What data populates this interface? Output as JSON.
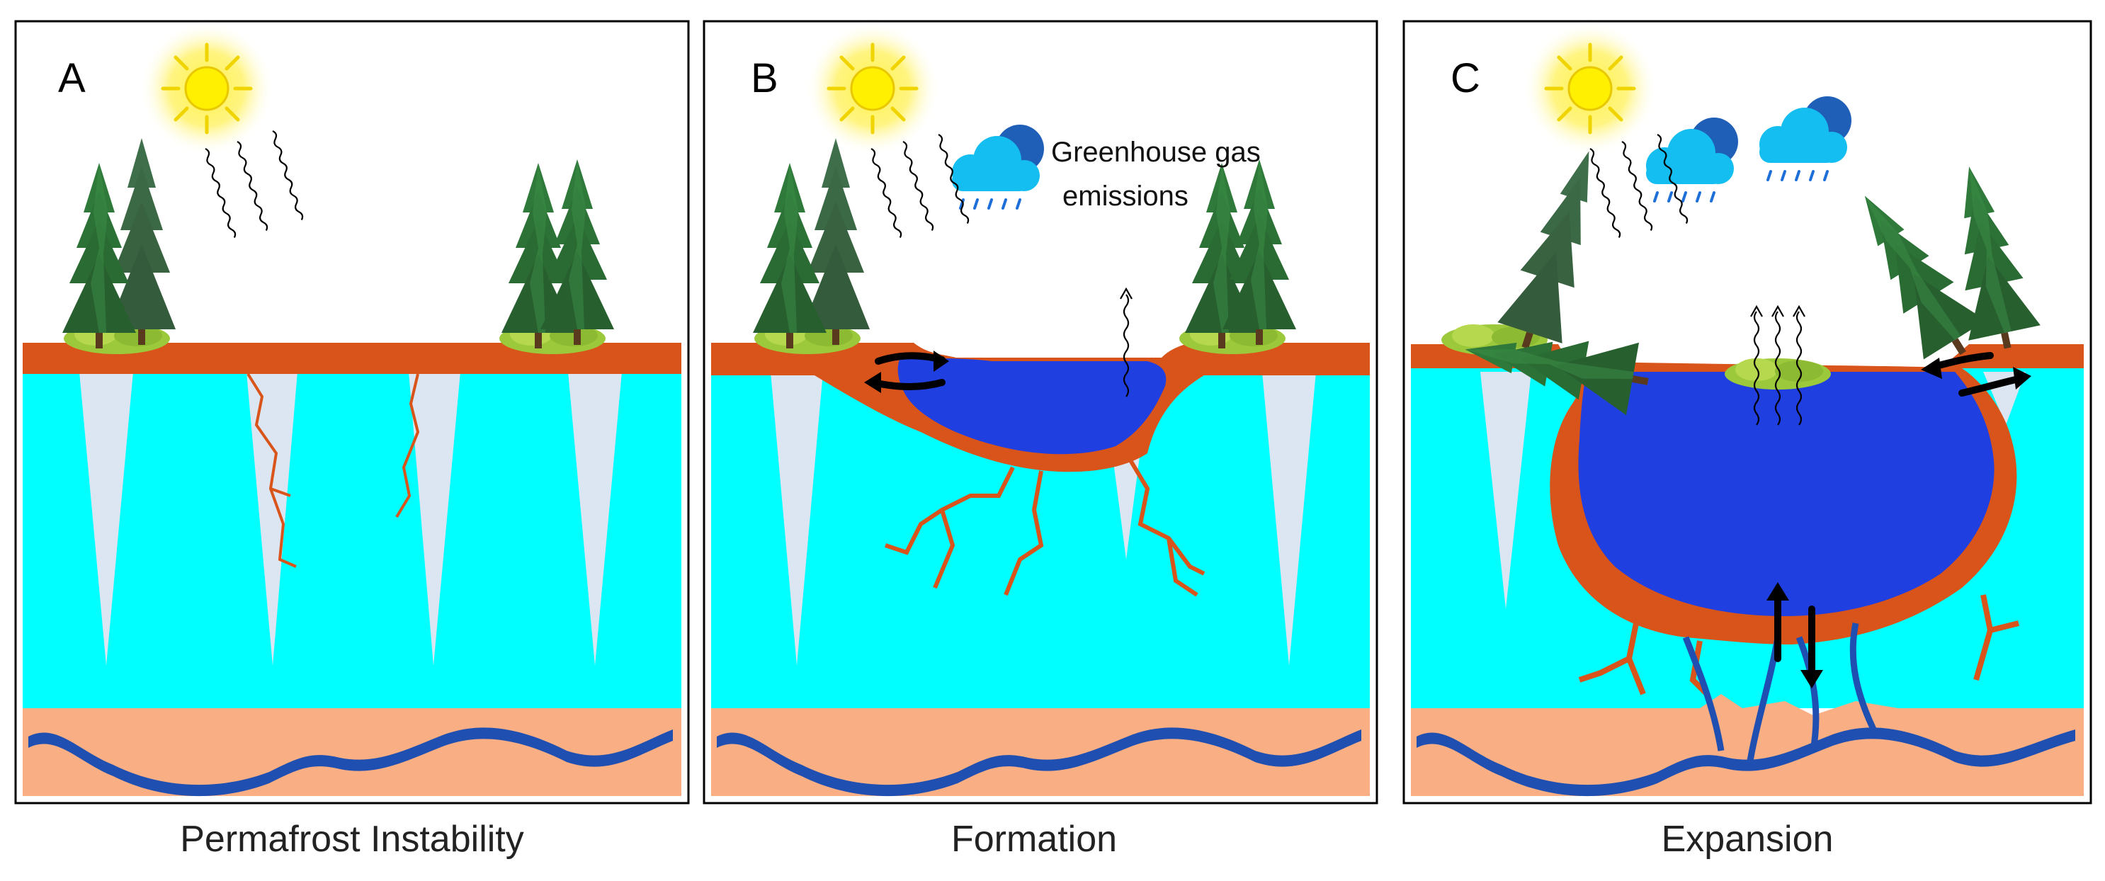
{
  "panels": [
    {
      "letter": "A",
      "caption": "Permafrost Instability"
    },
    {
      "letter": "B",
      "caption": "Formation",
      "annotation_line1": "Greenhouse gas",
      "annotation_line2": "emissions"
    },
    {
      "letter": "C",
      "caption": "Expansion"
    }
  ],
  "colors": {
    "ice_rich_permafrost": "#00FFFF",
    "ice_wedge": "#DCE6F2",
    "active_layer": "#D9541A",
    "lake_water": "#1F3FE0",
    "bedrock": "#F9AE83",
    "groundwater": "#1F4FB0",
    "sun": "#FFE600",
    "cloud": "#14BEF0",
    "tree": "#2E7D3A",
    "grass": "#9CC93B"
  },
  "icons": [
    "sun-icon",
    "cloud-icon",
    "rain-icon",
    "conifer-tree-icon",
    "grass-tuft-icon",
    "heat-wave-arrow-icon",
    "gas-emission-arrow-icon",
    "exchange-arrow-icon"
  ]
}
